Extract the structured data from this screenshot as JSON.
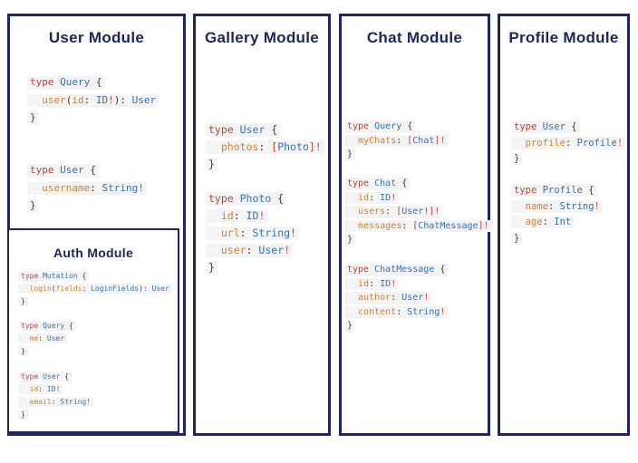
{
  "colors": {
    "navy": "#20265c",
    "keyword": "#b5443a",
    "type": "#3572b3",
    "field": "#d2822d",
    "punct": "#3c3c3c",
    "bang": "#c9423a",
    "codebg": "#f4f4f4",
    "background": "#ffffff"
  },
  "modules": [
    {
      "id": "user",
      "title": "User Module",
      "blocks": [
        [
          [
            [
              "type ",
              "kw"
            ],
            [
              "Query ",
              "ty"
            ],
            [
              "{",
              "pu"
            ]
          ],
          [
            [
              "  ",
              "pu"
            ],
            [
              "user",
              "fd"
            ],
            [
              "(",
              "pu"
            ],
            [
              "id",
              "fd"
            ],
            [
              ": ",
              "pu"
            ],
            [
              "ID",
              "ty"
            ],
            [
              "!",
              "bang"
            ],
            [
              "): ",
              "pu"
            ],
            [
              "User",
              "ty"
            ]
          ],
          [
            [
              "}",
              "pu"
            ]
          ]
        ],
        [
          [
            [
              "type ",
              "kw"
            ],
            [
              "User ",
              "ty"
            ],
            [
              "{",
              "pu"
            ]
          ],
          [
            [
              "  ",
              "pu"
            ],
            [
              "username",
              "fd"
            ],
            [
              ": ",
              "pu"
            ],
            [
              "String",
              "ty"
            ],
            [
              "!",
              "bang"
            ]
          ],
          [
            [
              "}",
              "pu"
            ]
          ]
        ]
      ],
      "submodule": {
        "id": "auth",
        "title": "Auth Module",
        "blocks": [
          [
            [
              [
                "type ",
                "kw"
              ],
              [
                "Mutation ",
                "ty"
              ],
              [
                "{",
                "pu"
              ]
            ],
            [
              [
                "  ",
                "pu"
              ],
              [
                "login",
                "fd"
              ],
              [
                "(",
                "pu"
              ],
              [
                "fields",
                "fd"
              ],
              [
                ": ",
                "pu"
              ],
              [
                "LoginFields",
                "ty"
              ],
              [
                "): ",
                "pu"
              ],
              [
                "User",
                "ty"
              ]
            ],
            [
              [
                "}",
                "pu"
              ]
            ]
          ],
          [
            [
              [
                "type ",
                "kw"
              ],
              [
                "Query ",
                "ty"
              ],
              [
                "{",
                "pu"
              ]
            ],
            [
              [
                "  ",
                "pu"
              ],
              [
                "me",
                "fd"
              ],
              [
                ": ",
                "pu"
              ],
              [
                "User",
                "ty"
              ]
            ],
            [
              [
                "}",
                "pu"
              ]
            ]
          ],
          [
            [
              [
                "type ",
                "kw"
              ],
              [
                "User ",
                "ty"
              ],
              [
                "{",
                "pu"
              ]
            ],
            [
              [
                "  ",
                "pu"
              ],
              [
                "id",
                "fd"
              ],
              [
                ": ",
                "pu"
              ],
              [
                "ID",
                "ty"
              ],
              [
                "!",
                "bang"
              ]
            ],
            [
              [
                "  ",
                "pu"
              ],
              [
                "email",
                "fd"
              ],
              [
                ": ",
                "pu"
              ],
              [
                "String",
                "ty"
              ],
              [
                "!",
                "bang"
              ]
            ],
            [
              [
                "}",
                "pu"
              ]
            ]
          ]
        ]
      }
    },
    {
      "id": "gallery",
      "title": "Gallery Module",
      "blocks": [
        [
          [
            [
              "type ",
              "kw"
            ],
            [
              "User ",
              "ty"
            ],
            [
              "{",
              "pu"
            ]
          ],
          [
            [
              "  ",
              "pu"
            ],
            [
              "photos",
              "fd"
            ],
            [
              ": ",
              "pu"
            ],
            [
              "[",
              "bang"
            ],
            [
              "Photo",
              "ty"
            ],
            [
              "]!",
              "bang"
            ]
          ],
          [
            [
              "}",
              "pu"
            ]
          ]
        ],
        [
          [
            [
              "type ",
              "kw"
            ],
            [
              "Photo ",
              "ty"
            ],
            [
              "{",
              "pu"
            ]
          ],
          [
            [
              "  ",
              "pu"
            ],
            [
              "id",
              "fd"
            ],
            [
              ": ",
              "pu"
            ],
            [
              "ID",
              "ty"
            ],
            [
              "!",
              "bang"
            ]
          ],
          [
            [
              "  ",
              "pu"
            ],
            [
              "url",
              "fd"
            ],
            [
              ": ",
              "pu"
            ],
            [
              "String",
              "ty"
            ],
            [
              "!",
              "bang"
            ]
          ],
          [
            [
              "  ",
              "pu"
            ],
            [
              "user",
              "fd"
            ],
            [
              ": ",
              "pu"
            ],
            [
              "User",
              "ty"
            ],
            [
              "!",
              "bang"
            ]
          ],
          [
            [
              "}",
              "pu"
            ]
          ]
        ]
      ]
    },
    {
      "id": "chat",
      "title": "Chat Module",
      "blocks": [
        [
          [
            [
              "type ",
              "kw"
            ],
            [
              "Query ",
              "ty"
            ],
            [
              "{",
              "pu"
            ]
          ],
          [
            [
              "  ",
              "pu"
            ],
            [
              "myChats",
              "fd"
            ],
            [
              ": ",
              "pu"
            ],
            [
              "[",
              "bang"
            ],
            [
              "Chat",
              "ty"
            ],
            [
              "]!",
              "bang"
            ]
          ],
          [
            [
              "}",
              "pu"
            ]
          ]
        ],
        [
          [
            [
              "type ",
              "kw"
            ],
            [
              "Chat ",
              "ty"
            ],
            [
              "{",
              "pu"
            ]
          ],
          [
            [
              "  ",
              "pu"
            ],
            [
              "id",
              "fd"
            ],
            [
              ": ",
              "pu"
            ],
            [
              "ID",
              "ty"
            ],
            [
              "!",
              "bang"
            ]
          ],
          [
            [
              "  ",
              "pu"
            ],
            [
              "users",
              "fd"
            ],
            [
              ": ",
              "pu"
            ],
            [
              "[",
              "bang"
            ],
            [
              "User",
              "ty"
            ],
            [
              "!]!",
              "bang"
            ]
          ],
          [
            [
              "  ",
              "pu"
            ],
            [
              "messages",
              "fd"
            ],
            [
              ": ",
              "pu"
            ],
            [
              "[",
              "bang"
            ],
            [
              "ChatMessage",
              "ty"
            ],
            [
              "]!",
              "bang"
            ]
          ],
          [
            [
              "}",
              "pu"
            ]
          ]
        ],
        [
          [
            [
              "type ",
              "kw"
            ],
            [
              "ChatMessage ",
              "ty"
            ],
            [
              "{",
              "pu"
            ]
          ],
          [
            [
              "  ",
              "pu"
            ],
            [
              "id",
              "fd"
            ],
            [
              ": ",
              "pu"
            ],
            [
              "ID",
              "ty"
            ],
            [
              "!",
              "bang"
            ]
          ],
          [
            [
              "  ",
              "pu"
            ],
            [
              "author",
              "fd"
            ],
            [
              ": ",
              "pu"
            ],
            [
              "User",
              "ty"
            ],
            [
              "!",
              "bang"
            ]
          ],
          [
            [
              "  ",
              "pu"
            ],
            [
              "content",
              "fd"
            ],
            [
              ": ",
              "pu"
            ],
            [
              "String",
              "ty"
            ],
            [
              "!",
              "bang"
            ]
          ],
          [
            [
              "}",
              "pu"
            ]
          ]
        ]
      ]
    },
    {
      "id": "profile",
      "title": "Profile Module",
      "blocks": [
        [
          [
            [
              "type ",
              "kw"
            ],
            [
              "User ",
              "ty"
            ],
            [
              "{",
              "pu"
            ]
          ],
          [
            [
              "  ",
              "pu"
            ],
            [
              "profile",
              "fd"
            ],
            [
              ": ",
              "pu"
            ],
            [
              "Profile",
              "ty"
            ],
            [
              "!",
              "bang"
            ]
          ],
          [
            [
              "}",
              "pu"
            ]
          ]
        ],
        [
          [
            [
              "type ",
              "kw"
            ],
            [
              "Profile ",
              "ty"
            ],
            [
              "{",
              "pu"
            ]
          ],
          [
            [
              "  ",
              "pu"
            ],
            [
              "name",
              "fd"
            ],
            [
              ": ",
              "pu"
            ],
            [
              "String",
              "ty"
            ],
            [
              "!",
              "bang"
            ]
          ],
          [
            [
              "  ",
              "pu"
            ],
            [
              "age",
              "fd"
            ],
            [
              ": ",
              "pu"
            ],
            [
              "Int",
              "ty"
            ]
          ],
          [
            [
              "}",
              "pu"
            ]
          ]
        ]
      ]
    }
  ]
}
